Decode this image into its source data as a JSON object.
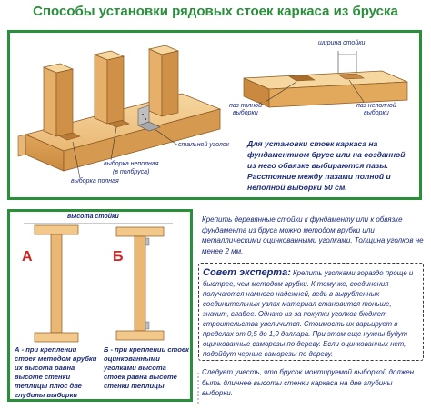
{
  "title": "Способы установки рядовых стоек каркаса из бруска",
  "top_panel": {
    "labels": {
      "steel_corner": "стальной уголок",
      "partial_cut": "выборка неполная",
      "partial_cut_note": "(в полбруса)",
      "full_cut": "выборка полная",
      "post_width": "ширина стойки",
      "full_slot": "паз полной",
      "full_slot_2": "выборки",
      "partial_slot": "паз неполной",
      "partial_slot_2": "выборки"
    },
    "note": "Для установки стоек каркаса на фундаментном брусе или на созданной из него обвязке выбираются пазы. Расстояние между пазами полной и неполной выборки 50 см."
  },
  "left_panel": {
    "height_label": "высота стойки",
    "letter_a": "А",
    "letter_b": "Б",
    "caption_a": "А - при креплении стоек методом врубки их высота равна высоте стенки теплицы плюс две глубины выборки",
    "caption_b": "Б - при креплении стоек оцинкованными уголками высота стоек равна высоте стенки теплицы"
  },
  "intro_text": "Крепить деревянные стойки к фундаменту или к обвязке фундамента из бруса можно методом врубки или металлическими оцинкованными уголками. Толщина уголков не менее 2 мм.",
  "expert": {
    "lead": "Совет эксперта:",
    "lead_rest": " Крепить уголками гораздо проще и",
    "body": "быстрее, чем методом врубки. К тому же, соединения получаются намного надежней, ведь в вырубленных соединительных узлах материал становится тоньше, значит, слабее. Однако из-за покупки уголков бюджет строительства увеличится. Стоимость их варьирует в пределах от 0,5 до 1,0 доллара. При этом еще нужны будут оцинкованные саморезы по дереву. Если оцинкованных нет, подойдут черные саморезы по дереву."
  },
  "footer_text": "Следует учесть, что брусок монтируемой выборкой должен быть длиннее высоты стенки каркаса на две глубины выборки.",
  "colors": {
    "title": "#2a8f3a",
    "frame": "#2a8f3a",
    "text": "#1a2a7a",
    "wood_light": "#f2c98a",
    "wood_mid": "#e2ac62",
    "wood_dark": "#b97a38",
    "letters": "#d1221e"
  }
}
